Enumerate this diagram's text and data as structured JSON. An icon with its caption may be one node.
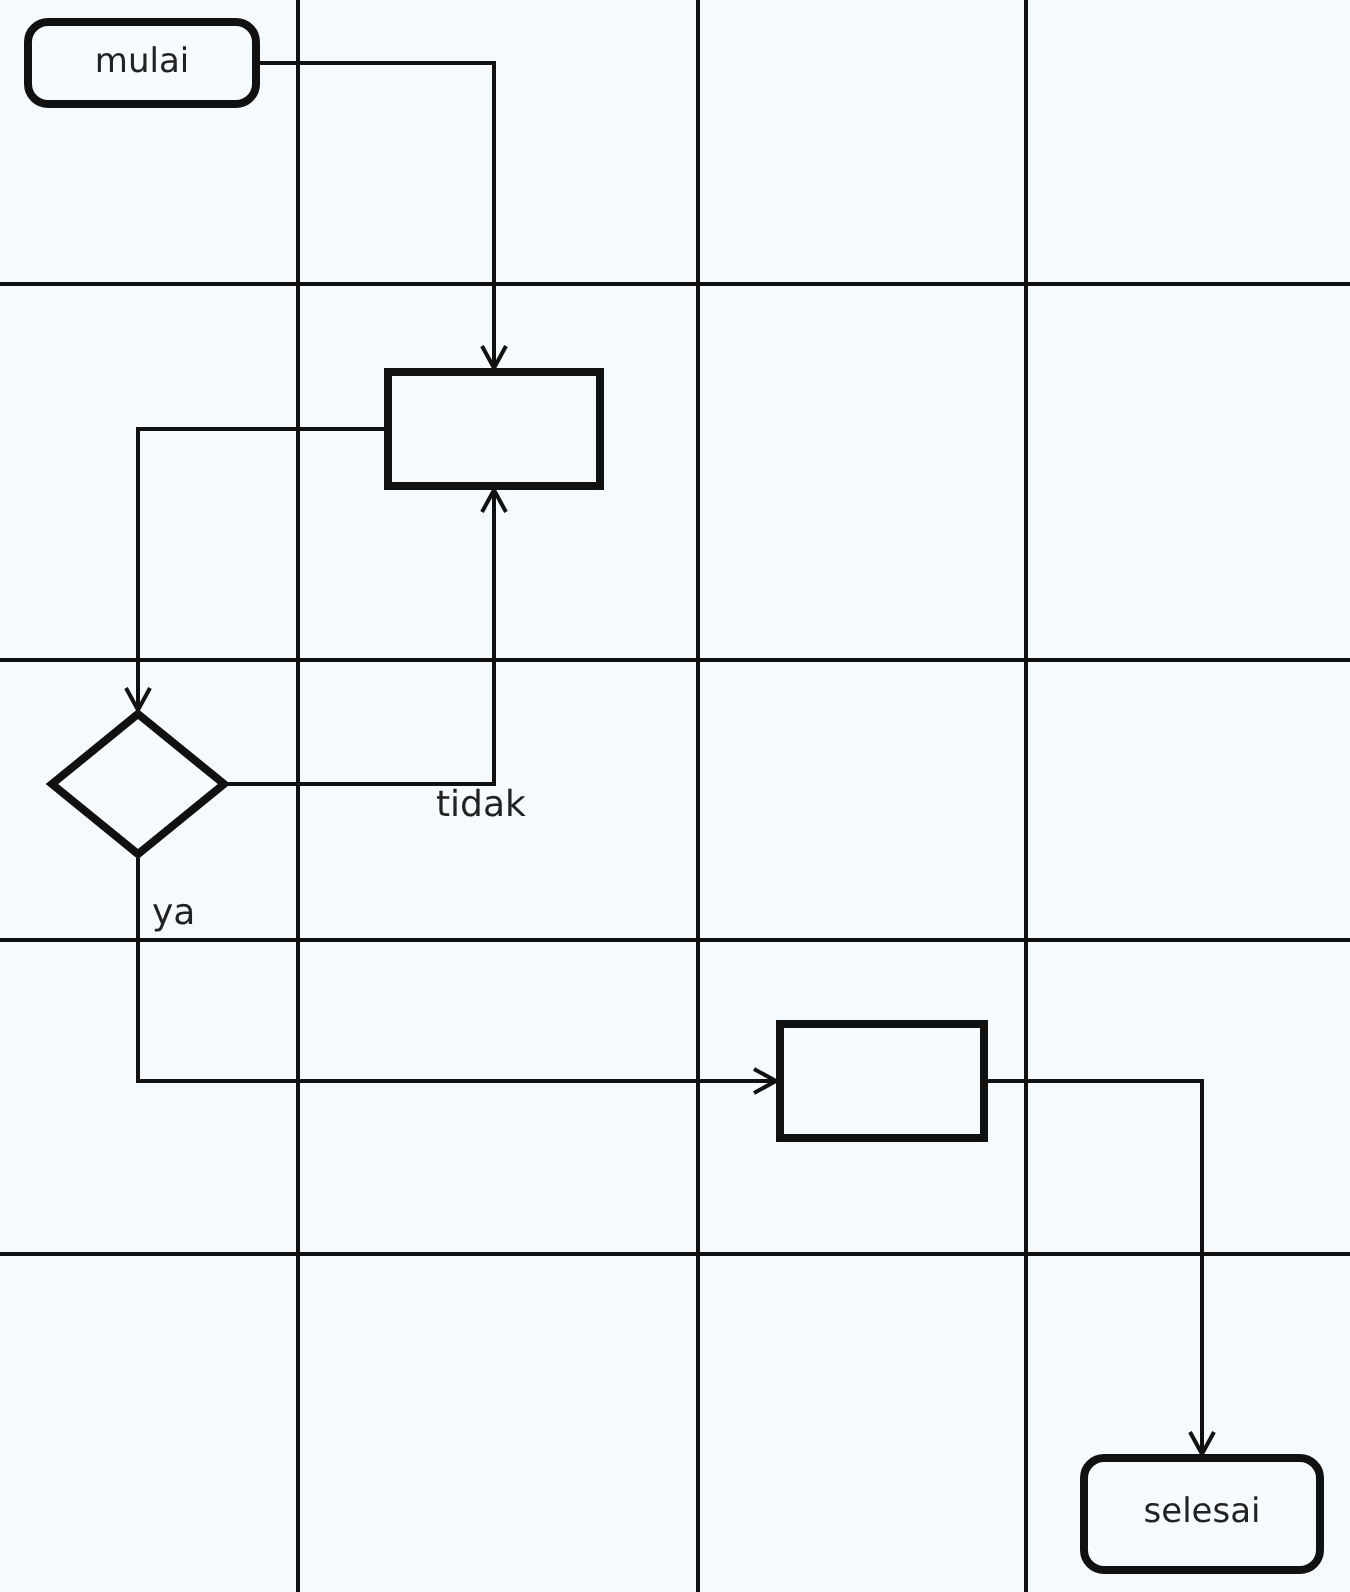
{
  "diagram": {
    "nodes": [
      {
        "text": [
          "mulai"
        ]
      },
      {
        "text": [],
        "shape": "box"
      },
      {
        "text": [],
        "shape": "diamond"
      },
      {
        "text": [],
        "shape": "box"
      },
      {
        "text": [
          "selesai"
        ]
      }
    ],
    "edges": [
      {
        "from": 0,
        "to": 1,
        "arrow": "to"
      },
      {
        "from": 1,
        "to": 2,
        "arrow": "to"
      },
      {
        "from": 2,
        "to": 1,
        "arrow": "to",
        "label": "tidak"
      },
      {
        "from": 2,
        "to": 3,
        "arrow": "to",
        "label": "ya"
      },
      {
        "from": 3,
        "to": 4,
        "arrow": "to"
      }
    ]
  }
}
